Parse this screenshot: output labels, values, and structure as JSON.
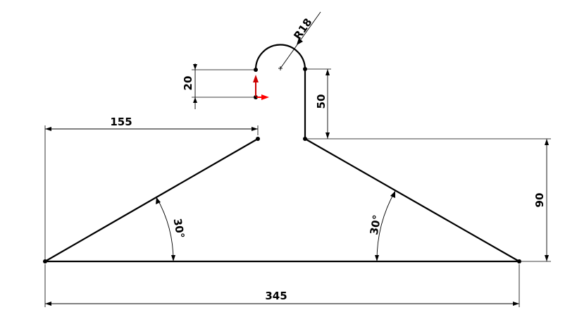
{
  "dimensions": {
    "radius": "R18",
    "hook_gap": "20",
    "hook_height": "50",
    "left_offset": "155",
    "shoulder_height": "90",
    "left_angle": "30°",
    "right_angle": "30°",
    "overall_width": "345"
  },
  "colors": {
    "line": "#000000",
    "axis_x": "#ff0000",
    "axis_y": "#cc0000"
  }
}
